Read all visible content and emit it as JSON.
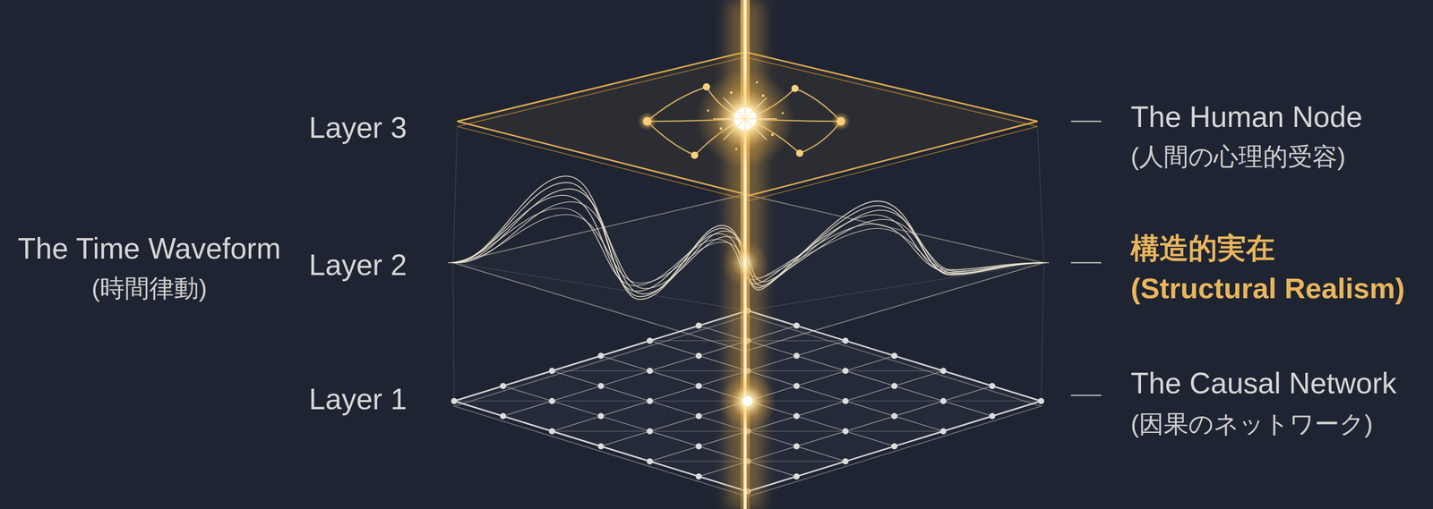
{
  "diagram": {
    "labels": [
      "Layer 3",
      "The Human Node",
      "(人間の心理的受容)",
      "The Time Waveform",
      "(時間律動)",
      "Layer 2",
      "構造的実在",
      "(Structural Realism)",
      "Layer 1",
      "The Causal Network",
      "(因果のネットワーク)"
    ]
  }
}
